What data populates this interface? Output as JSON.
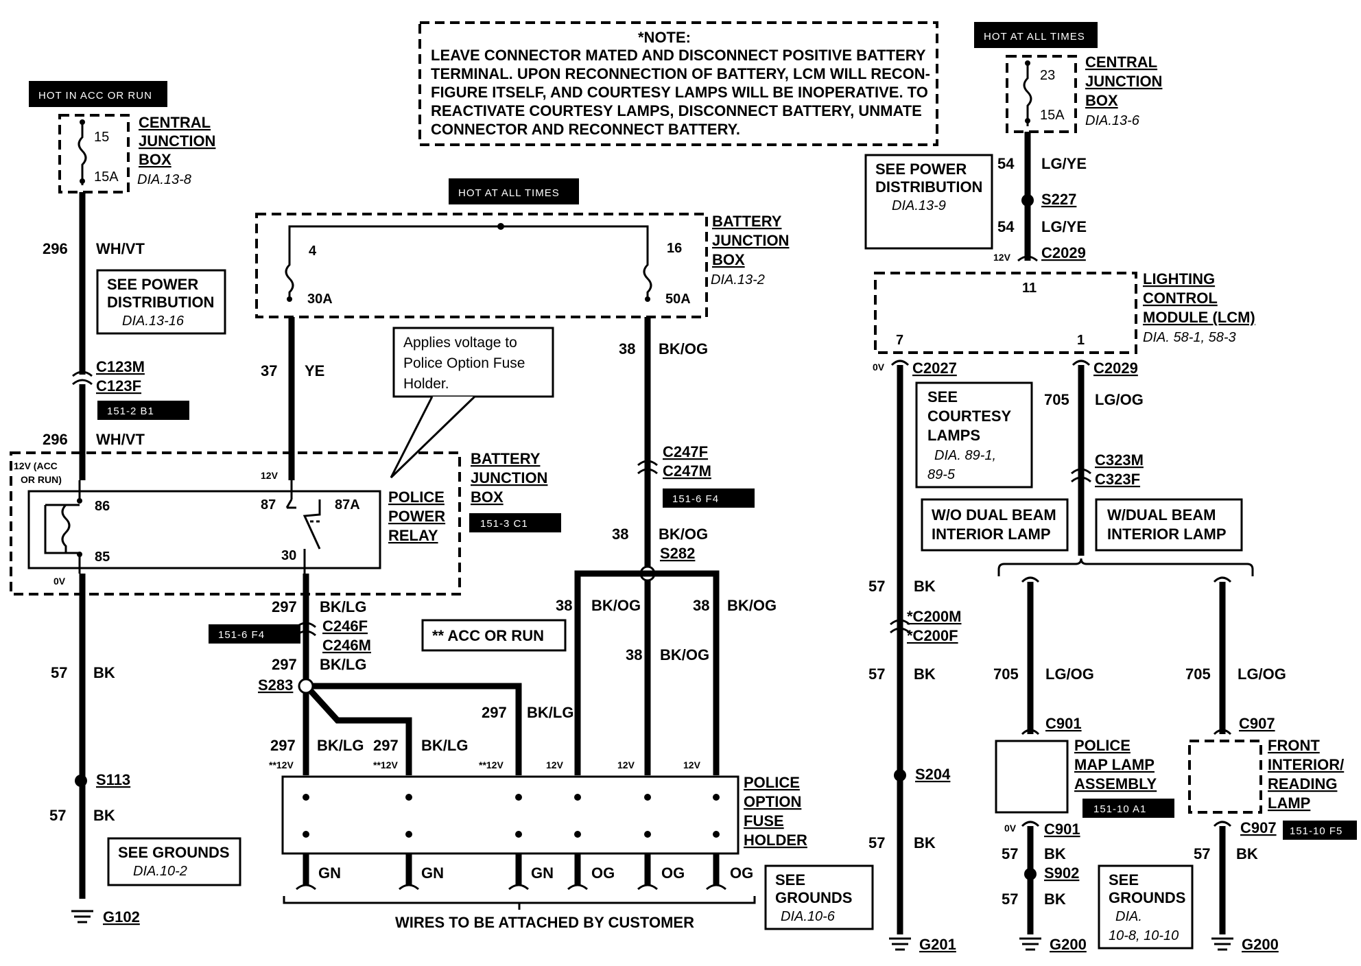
{
  "note": {
    "title": "*NOTE:",
    "lines": [
      "LEAVE CONNECTOR MATED AND DISCONNECT POSITIVE BATTERY",
      "TERMINAL. UPON RECONNECTION OF BATTERY, LCM WILL RECON-",
      "FIGURE ITSELF, AND COURTESY LAMPS WILL BE INOPERATIVE. TO",
      "REACTIVATE COURTESY LAMPS, DISCONNECT BATTERY, UNMATE",
      "CONNECTOR AND RECONNECT BATTERY."
    ]
  },
  "tags": {
    "hot_acc_run": "HOT IN ACC OR RUN",
    "hot_all_times_center": "HOT AT ALL TIMES",
    "hot_all_times_right": "HOT AT ALL TIMES",
    "ref_151_2_b1": "151-2 B1",
    "ref_151_3_c1": "151-3 C1",
    "ref_151_6_f4_left": "151-6 F4",
    "ref_151_6_f4_mid": "151-6 F4",
    "ref_151_10_a1": "151-10 A1",
    "ref_151_10_f5": "151-10 F5"
  },
  "cjb_left": {
    "fuse": "15",
    "amps": "15A",
    "name": [
      "CENTRAL",
      "JUNCTION",
      "BOX"
    ],
    "dia": "DIA.13-8"
  },
  "cjb_right": {
    "fuse": "23",
    "amps": "15A",
    "name": [
      "CENTRAL",
      "JUNCTION",
      "BOX"
    ],
    "dia": "DIA.13-6"
  },
  "bjb_top": {
    "fuse_a": "4",
    "amps_a": "30A",
    "fuse_b": "16",
    "amps_b": "50A",
    "name": [
      "BATTERY",
      "JUNCTION",
      "BOX"
    ],
    "dia": "DIA.13-2"
  },
  "bjb_relay": {
    "name": [
      "BATTERY",
      "JUNCTION",
      "BOX"
    ]
  },
  "relay": {
    "name": [
      "POLICE",
      "POWER",
      "RELAY"
    ],
    "p86": "86",
    "p85": "85",
    "p87": "87",
    "p87a": "87A",
    "p30": "30",
    "v12": "12V",
    "acc_run": [
      "12V (ACC",
      "OR RUN)"
    ],
    "v0": "0V"
  },
  "see_power_left": {
    "lines": [
      "SEE POWER",
      "DISTRIBUTION"
    ],
    "dia": "DIA.13-16"
  },
  "see_power_right": {
    "lines": [
      "SEE POWER",
      "DISTRIBUTION"
    ],
    "dia": "DIA.13-9"
  },
  "callout": {
    "lines": [
      "Applies voltage to",
      "Police Option Fuse",
      "Holder."
    ]
  },
  "acc_note": "** ACC OR RUN",
  "wires": {
    "w296": "296",
    "wh_vt": "WH/VT",
    "w37": "37",
    "ye": "YE",
    "w38": "38",
    "bk_og": "BK/OG",
    "w297": "297",
    "bk_lg": "BK/LG",
    "w57": "57",
    "bk": "BK",
    "w54": "54",
    "lg_ye": "LG/YE",
    "w705": "705",
    "lg_og": "LG/OG"
  },
  "connectors": {
    "c123m": "C123M",
    "c123f": "C123F",
    "c246f": "C246F",
    "c246m": "C246M",
    "c247f": "C247F",
    "c247m": "C247M",
    "s283": "S283",
    "s282": "S282",
    "s113": "S113",
    "s227": "S227",
    "c2029": "C2029",
    "c2027": "C2027",
    "c323m": "C323M",
    "c323f": "C323F",
    "c200m": "*C200M",
    "c200f": "*C200F",
    "s204": "S204",
    "c901": "C901",
    "c907": "C907",
    "s902": "S902",
    "g102": "G102",
    "g201": "G201",
    "g200": "G200"
  },
  "volts": {
    "v12": "12V",
    "v12s": "**12V",
    "v0": "0V"
  },
  "fuse_holder": {
    "name": [
      "POLICE",
      "OPTION",
      "FUSE",
      "HOLDER"
    ],
    "outs": [
      "GN",
      "GN",
      "GN",
      "OG",
      "OG",
      "OG"
    ]
  },
  "customer": "WIRES TO BE ATTACHED BY CUSTOMER",
  "see_grounds_left": {
    "lines": [
      "SEE GROUNDS"
    ],
    "dia": "DIA.10-2"
  },
  "see_grounds_mid": {
    "lines": [
      "SEE",
      "GROUNDS"
    ],
    "dia": "DIA.10-6"
  },
  "see_grounds_right": {
    "lines": [
      "SEE",
      "GROUNDS"
    ],
    "dia": [
      "DIA.",
      "10-8, 10-10"
    ]
  },
  "lcm": {
    "name": [
      "LIGHTING",
      "CONTROL",
      "MODULE (LCM)"
    ],
    "dia": "DIA. 58-1, 58-3",
    "p11": "11",
    "p7": "7",
    "p1": "1"
  },
  "courtesy": {
    "lines": [
      "SEE",
      "COURTESY",
      "LAMPS"
    ],
    "dia": [
      "DIA. 89-1,",
      "89-5"
    ]
  },
  "wo_dual": [
    "W/O DUAL BEAM",
    "INTERIOR LAMP"
  ],
  "w_dual": [
    "W/DUAL BEAM",
    "INTERIOR LAMP"
  ],
  "map_lamp": [
    "POLICE",
    "MAP LAMP",
    "ASSEMBLY"
  ],
  "front_lamp": [
    "FRONT",
    "INTERIOR/",
    "READING",
    "LAMP"
  ]
}
